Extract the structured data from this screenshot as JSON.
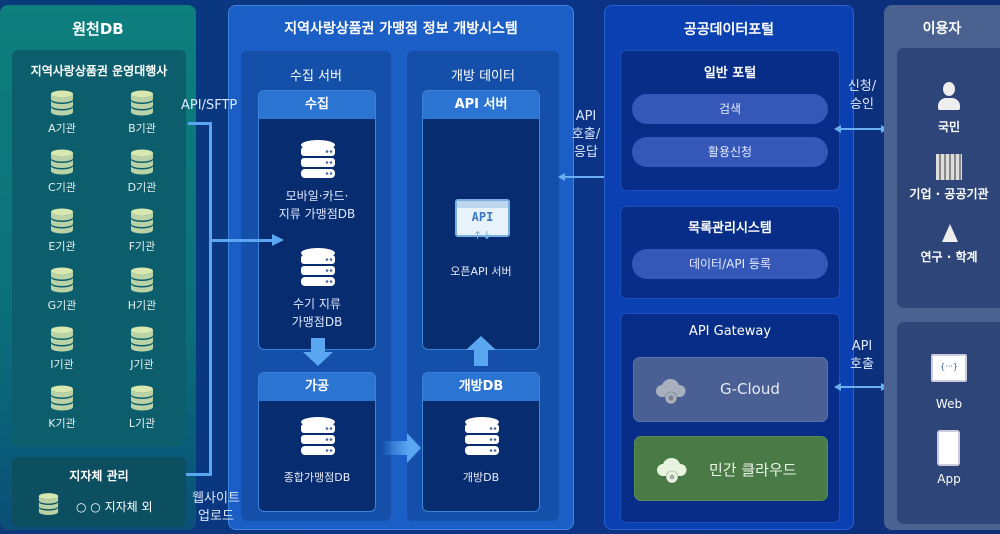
{
  "source_db": {
    "title": "원천DB",
    "agency_group": "지역사랑상품권 운영대행사",
    "agencies": [
      "A기관",
      "B기관",
      "C기관",
      "D기관",
      "E기관",
      "F기관",
      "G기관",
      "H기관",
      "I기관",
      "J기관",
      "K기관",
      "L기관"
    ],
    "local_gov": {
      "title": "지자체 관리",
      "item": "○ ○ 지자체 외"
    }
  },
  "flows": {
    "api_sftp": "API/SFTP",
    "web_upload_1": "웹사이트",
    "web_upload_2": "업로드",
    "api_call_resp": [
      "API",
      "호출/",
      "응답"
    ],
    "apply_approve": [
      "신청/",
      "승인"
    ],
    "api_call": [
      "API",
      "호출"
    ]
  },
  "system": {
    "title": "지역사랑상품권 가맹점 정보 개방시스템",
    "collect_server": {
      "title": "수집 서버",
      "collect": {
        "title": "수집",
        "db1": [
          "모바일·카드·",
          "지류 가맹점DB"
        ],
        "db2": [
          "수기 지류",
          "가맹점DB"
        ]
      },
      "process": {
        "title": "가공",
        "db": "종합가맹점DB"
      }
    },
    "open_data": {
      "title": "개방 데이터",
      "api_server": {
        "title": "API 서버",
        "icon_text": "API",
        "item": "오픈API 서버"
      },
      "open_db": {
        "title": "개방DB",
        "db": "개방DB"
      }
    }
  },
  "portal": {
    "title": "공공데이터포털",
    "general": {
      "title": "일반 포털",
      "buttons": [
        "검색",
        "활용신청"
      ]
    },
    "catalog": {
      "title": "목록관리시스템",
      "button": "데이터/API 등록"
    },
    "gateway": {
      "title": "API Gateway",
      "gcloud": "G-Cloud",
      "private_cloud": "민간 클라우드"
    }
  },
  "users": {
    "title": "이용자",
    "groups": [
      "국민",
      "기업 · 공공기관",
      "연구 · 학계"
    ],
    "channels": [
      "Web",
      "App"
    ]
  },
  "colors": {
    "source": "#0c7c7c",
    "system": "#1b5fc6",
    "portal": "#0a3fb0",
    "users": "#4a6290",
    "private_cloud": "#4a7a45",
    "gcloud": "#4a5f94",
    "db_icon": "#d8e8b0"
  }
}
